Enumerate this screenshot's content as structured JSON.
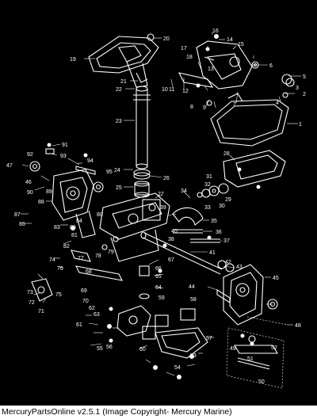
{
  "footer": {
    "caption": "MercuryPartsOnline v2.5.1 (Image Copyright- Mercury Marine)"
  },
  "labels": [
    "1",
    "2",
    "3",
    "4",
    "5",
    "6",
    "7",
    "8",
    "9",
    "10",
    "11",
    "12",
    "13",
    "14",
    "15",
    "16",
    "17",
    "18",
    "19",
    "20",
    "21",
    "22",
    "23",
    "24",
    "25",
    "26",
    "27",
    "28",
    "29",
    "30",
    "31",
    "32",
    "33",
    "34",
    "35",
    "36",
    "37",
    "38",
    "39",
    "40",
    "41",
    "42",
    "43",
    "44",
    "45",
    "46",
    "47",
    "48",
    "49",
    "50",
    "51",
    "52",
    "53",
    "54",
    "55",
    "56",
    "57",
    "58",
    "59",
    "60",
    "61",
    "62",
    "63",
    "64",
    "65",
    "66",
    "67",
    "68",
    "69",
    "70",
    "71",
    "72",
    "73",
    "74",
    "75",
    "76",
    "77",
    "78",
    "79",
    "80",
    "81",
    "82",
    "83",
    "84",
    "85",
    "86",
    "87",
    "88",
    "89",
    "90",
    "91",
    "92",
    "93",
    "94",
    "95"
  ]
}
